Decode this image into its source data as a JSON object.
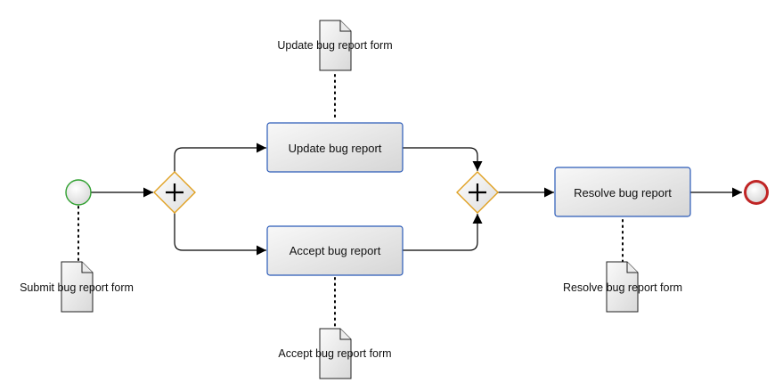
{
  "diagram": {
    "tasks": {
      "update": "Update bug report",
      "accept": "Accept bug report",
      "resolve": "Resolve bug report"
    },
    "documents": {
      "submit": "Submit bug report form",
      "update": "Update bug report form",
      "accept": "Accept bug report form",
      "resolve": "Resolve bug report form"
    }
  }
}
